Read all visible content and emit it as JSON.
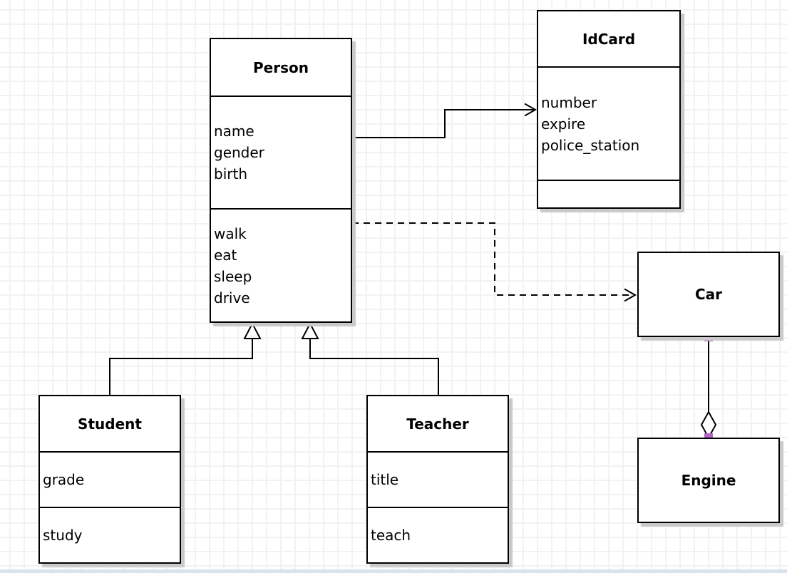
{
  "diagram": {
    "kind": "uml-class-diagram",
    "endpoint_color": "#b365c1",
    "classes": {
      "person": {
        "title": "Person",
        "attributes": [
          "name",
          "gender",
          "birth"
        ],
        "methods": [
          "walk",
          "eat",
          "sleep",
          "drive"
        ]
      },
      "idcard": {
        "title": "IdCard",
        "attributes": [
          "number",
          "expire",
          "police_station"
        ],
        "methods": []
      },
      "car": {
        "title": "Car"
      },
      "engine": {
        "title": "Engine"
      },
      "student": {
        "title": "Student",
        "attributes": [
          "grade"
        ],
        "methods": [
          "study"
        ]
      },
      "teacher": {
        "title": "Teacher",
        "attributes": [
          "title"
        ],
        "methods": [
          "teach"
        ]
      }
    },
    "relations": {
      "person_idcard": "association-arrow",
      "person_car": "dashed-dependency-arrow",
      "student_person": "generalization",
      "teacher_person": "generalization",
      "car_engine": "aggregation"
    }
  }
}
